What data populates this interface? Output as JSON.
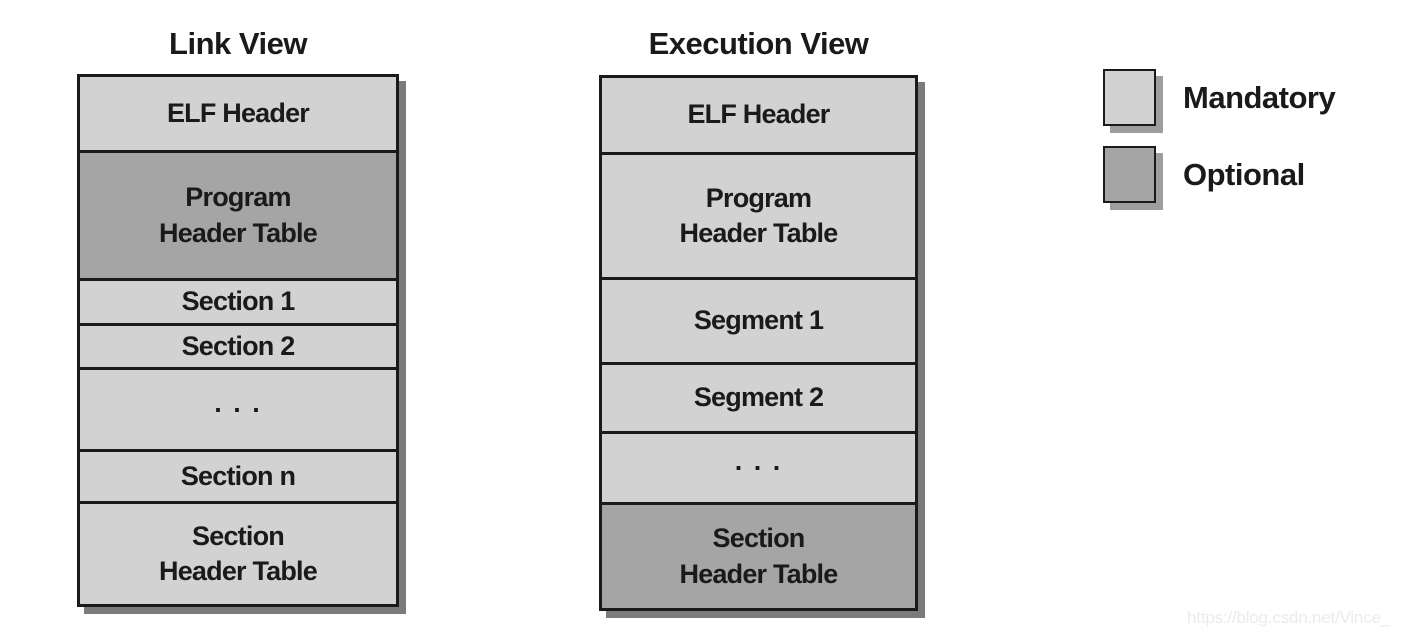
{
  "colors": {
    "mandatory": "#d2d2d2",
    "optional": "#a5a5a5",
    "border": "#1a1a1a",
    "box_shadow": "#7b7b7b",
    "legend_shadow": "#9e9e9e",
    "text": "#1a1a1a",
    "watermark_text": "#ebebeb"
  },
  "link_view": {
    "title": "Link View",
    "rows": [
      {
        "label": "ELF Header",
        "type": "mandatory"
      },
      {
        "label": "Program\nHeader Table",
        "type": "optional"
      },
      {
        "label": "Section 1",
        "type": "mandatory"
      },
      {
        "label": "Section 2",
        "type": "mandatory"
      },
      {
        "label": ". . .",
        "type": "mandatory"
      },
      {
        "label": "Section n",
        "type": "mandatory"
      },
      {
        "label": "Section\nHeader Table",
        "type": "mandatory"
      }
    ]
  },
  "execution_view": {
    "title": "Execution View",
    "rows": [
      {
        "label": "ELF Header",
        "type": "mandatory"
      },
      {
        "label": "Program\nHeader Table",
        "type": "mandatory"
      },
      {
        "label": "Segment 1",
        "type": "mandatory"
      },
      {
        "label": "Segment 2",
        "type": "mandatory"
      },
      {
        "label": ". . .",
        "type": "mandatory"
      },
      {
        "label": "Section\nHeader Table",
        "type": "optional"
      }
    ]
  },
  "legend": {
    "items": [
      {
        "label": "Mandatory",
        "type": "mandatory"
      },
      {
        "label": "Optional",
        "type": "optional"
      }
    ]
  },
  "watermark": "https://blog.csdn.net/Vince_"
}
